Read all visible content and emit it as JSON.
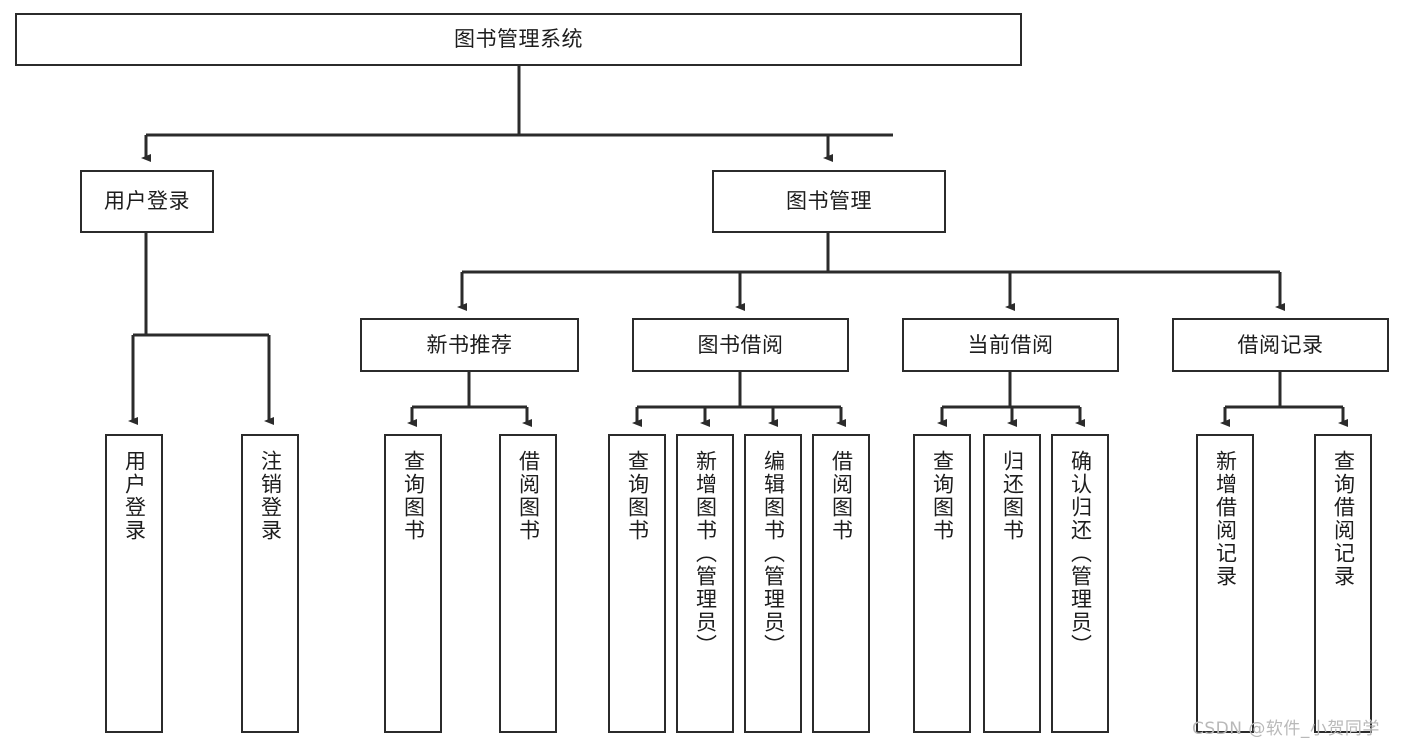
{
  "diagram": {
    "title": "图书管理系统",
    "type": "tree-hierarchy-diagram",
    "watermark": "CSDN @软件_小贺同学",
    "colors": {
      "stroke": "#2b2b2b",
      "background": "#ffffff",
      "text": "#1d1d1d",
      "watermark": "#b9b9b9"
    },
    "nodes": {
      "root": {
        "label": "图书管理系统"
      },
      "level1": [
        {
          "id": "user-login",
          "label": "用户登录"
        },
        {
          "id": "book-management",
          "label": "图书管理"
        }
      ],
      "level2": [
        {
          "id": "new-book-recommend",
          "label": "新书推荐"
        },
        {
          "id": "book-borrow",
          "label": "图书借阅"
        },
        {
          "id": "current-borrow",
          "label": "当前借阅"
        },
        {
          "id": "borrow-record",
          "label": "借阅记录"
        }
      ],
      "leaves": {
        "user-login": [
          {
            "id": "leaf-user-login",
            "label": "用户登录"
          },
          {
            "id": "leaf-logout-login",
            "label": "注销登录"
          }
        ],
        "new-book-recommend": [
          {
            "id": "leaf-query-book-1",
            "label": "查询图书"
          },
          {
            "id": "leaf-borrow-book-1",
            "label": "借阅图书"
          }
        ],
        "book-borrow": [
          {
            "id": "leaf-query-book-2",
            "label": "查询图书"
          },
          {
            "id": "leaf-add-book-admin",
            "label": "新增图书（管理员）"
          },
          {
            "id": "leaf-edit-book-admin",
            "label": "编辑图书（管理员）"
          },
          {
            "id": "leaf-borrow-book-2",
            "label": "借阅图书"
          }
        ],
        "current-borrow": [
          {
            "id": "leaf-query-book-3",
            "label": "查询图书"
          },
          {
            "id": "leaf-return-book",
            "label": "归还图书"
          },
          {
            "id": "leaf-confirm-return-admin",
            "label": "确认归还（管理员）"
          }
        ],
        "borrow-record": [
          {
            "id": "leaf-add-borrow-record",
            "label": "新增借阅记录"
          },
          {
            "id": "leaf-query-borrow-record",
            "label": "查询借阅记录"
          }
        ]
      }
    }
  }
}
